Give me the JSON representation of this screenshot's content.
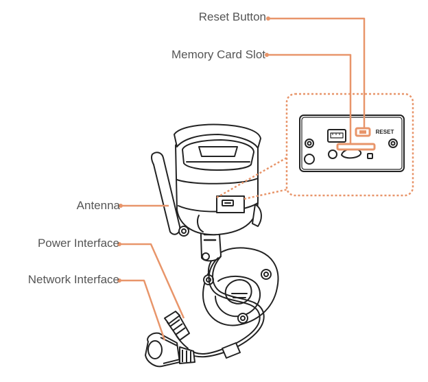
{
  "callouts": {
    "reset": "Reset Button",
    "memory_card": "Memory Card Slot",
    "antenna": "Antenna",
    "power": "Power Interface",
    "network": "Network Interface"
  },
  "panel": {
    "reset_text": "RESET"
  },
  "colors": {
    "accent": "#E8956A",
    "line_art": "#222222",
    "label_text": "#555555"
  }
}
